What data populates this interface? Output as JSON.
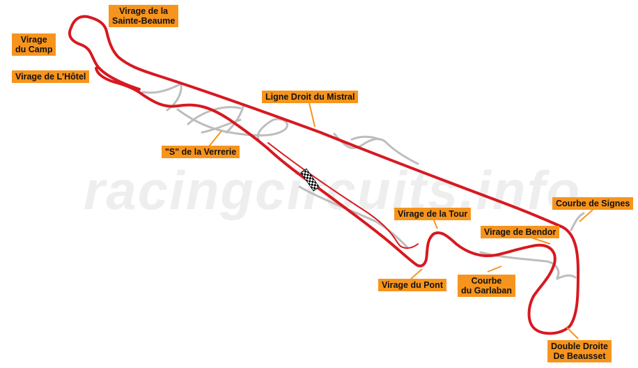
{
  "watermark": "racingcircuits.info",
  "colors": {
    "track": "#d71920",
    "runoff": "#bdbdbd",
    "label_bg": "#f7941d",
    "leader": "#f7941d"
  },
  "labels": [
    {
      "id": "sainte-beaume",
      "text": "Virage de la\nSainte-Beaume"
    },
    {
      "id": "camp",
      "text": "Virage\ndu Camp"
    },
    {
      "id": "hotel",
      "text": "Virage de  L'Hôtel"
    },
    {
      "id": "mistral",
      "text": "Ligne Droit du Mistral"
    },
    {
      "id": "verrerie",
      "text": "\"S\" de la Verrerie"
    },
    {
      "id": "signes",
      "text": "Courbe de Signes"
    },
    {
      "id": "tour",
      "text": "Virage de la Tour"
    },
    {
      "id": "bendor",
      "text": "Virage de Bendor"
    },
    {
      "id": "pont",
      "text": "Virage du Pont"
    },
    {
      "id": "garlaban",
      "text": "Courbe\ndu Garlaban"
    },
    {
      "id": "beausset",
      "text": "Double Droite\nDe Beausset"
    }
  ],
  "start_finish": {
    "icon": "checkered-flag-icon"
  }
}
